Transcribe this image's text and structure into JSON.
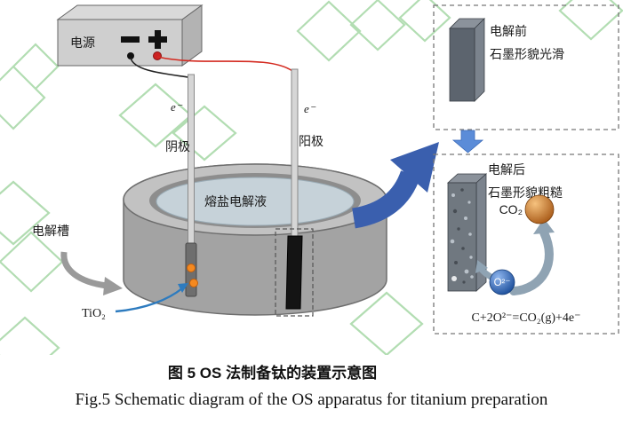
{
  "colors": {
    "watermark_green": "#9fd49f",
    "big_arrow_blue": "#3a5fae",
    "small_arrow_blue": "#2d7bbf",
    "wire_red": "#d42a20",
    "tio2_pellet_orange": "#f5891f",
    "co2_sphere_orange": "#a85a18",
    "o2_sphere_blue": "#1c4e9b",
    "melt_surface": "#c6d2d9",
    "pot_gray": "#a3a3a3"
  },
  "power_supply": {
    "label": "电源"
  },
  "left_electrode": {
    "electron_label": "e⁻",
    "name_label": "阴极"
  },
  "right_electrode": {
    "electron_label": "e⁻",
    "name_label": "阳极"
  },
  "cell": {
    "electrolyte_label": "熔盐电解液",
    "tank_label": "电解槽",
    "feed_label": "TiO₂"
  },
  "before_panel": {
    "line1": "电解前",
    "line2": "石墨形貌光滑"
  },
  "after_panel": {
    "line1": "电解后",
    "line2": "石墨形貌粗糙",
    "co2_label": "CO₂",
    "o2_label": "O²⁻",
    "equation": "C+2O²⁻=CO₂(g)+4e⁻"
  },
  "caption": {
    "zh": "图 5  OS 法制备钛的装置示意图",
    "en": "Fig.5  Schematic diagram of the OS apparatus for titanium preparation"
  }
}
